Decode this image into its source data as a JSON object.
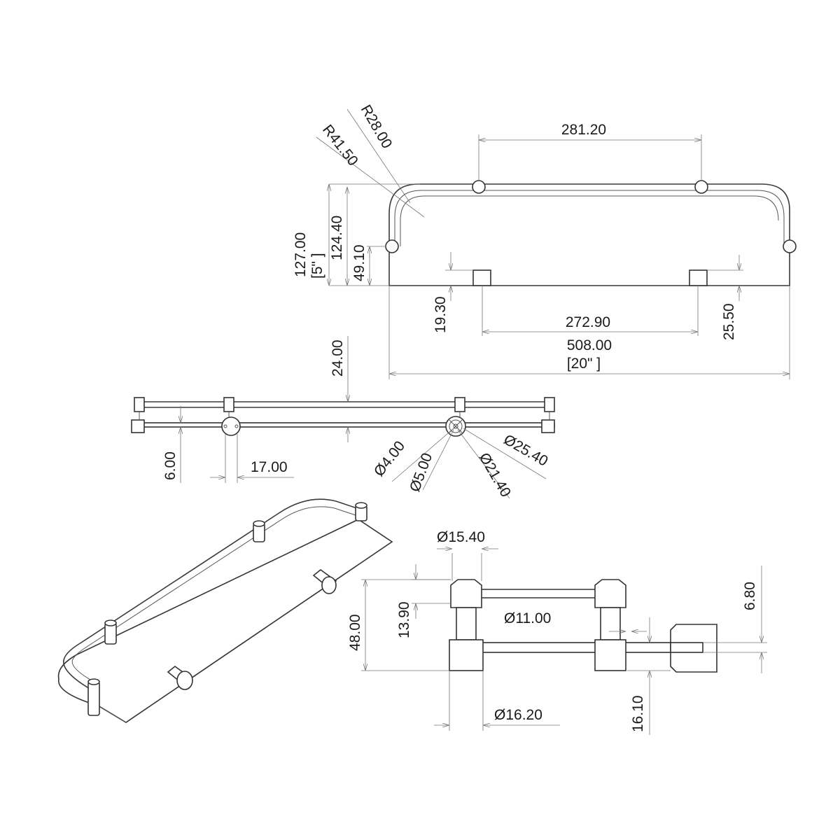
{
  "colors": {
    "line": "#3a3a3a",
    "dimension": "#777777",
    "text": "#1a1a1a",
    "background": "#ffffff"
  },
  "top_view": {
    "width_between_top_posts": "281.20",
    "radius_outer": "R41.50",
    "radius_inner": "R28.00",
    "height_total_mm": "127.00",
    "height_total_in": "[5\"   ]",
    "height_rail": "124.40",
    "height_side_post": "49.10",
    "bracket_height_left": "19.30",
    "bracket_height_right": "25.50",
    "bracket_spacing": "272.90",
    "shelf_width_mm": "508.00",
    "shelf_width_in": "[20\"   ]"
  },
  "front_view": {
    "rail_offset": "24.00",
    "glass_thickness": "6.00",
    "bracket_width": "17.00",
    "dia_4": "Ø4.00",
    "dia_5": "Ø5.00",
    "dia_21": "Ø21.40",
    "dia_25": "Ø25.40"
  },
  "side_view": {
    "post_dia_top": "Ø15.40",
    "post_height": "13.90",
    "overall_height": "48.00",
    "rail_dia": "Ø11.00",
    "post_dia_bottom": "Ø16.20",
    "clip_gap": "6.80",
    "clip_height": "16.10"
  }
}
